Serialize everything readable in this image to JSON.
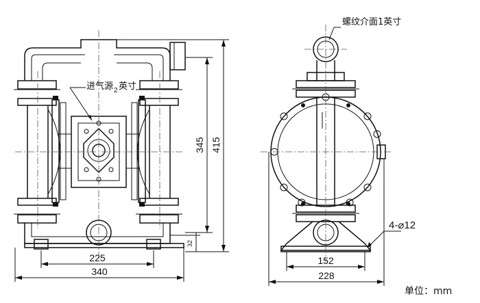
{
  "labels": {
    "thread_interface": "螺纹介面1英寸",
    "air_inlet": "进气源",
    "air_inlet_size": "2",
    "air_inlet_unit": "英寸",
    "holes": "4-⌀12",
    "unit": "单位：mm"
  },
  "dimensions": {
    "width_225": "225",
    "width_340": "340",
    "height_345": "345",
    "height_415": "415",
    "base_32": "32",
    "width_152": "152",
    "width_228": "228"
  }
}
